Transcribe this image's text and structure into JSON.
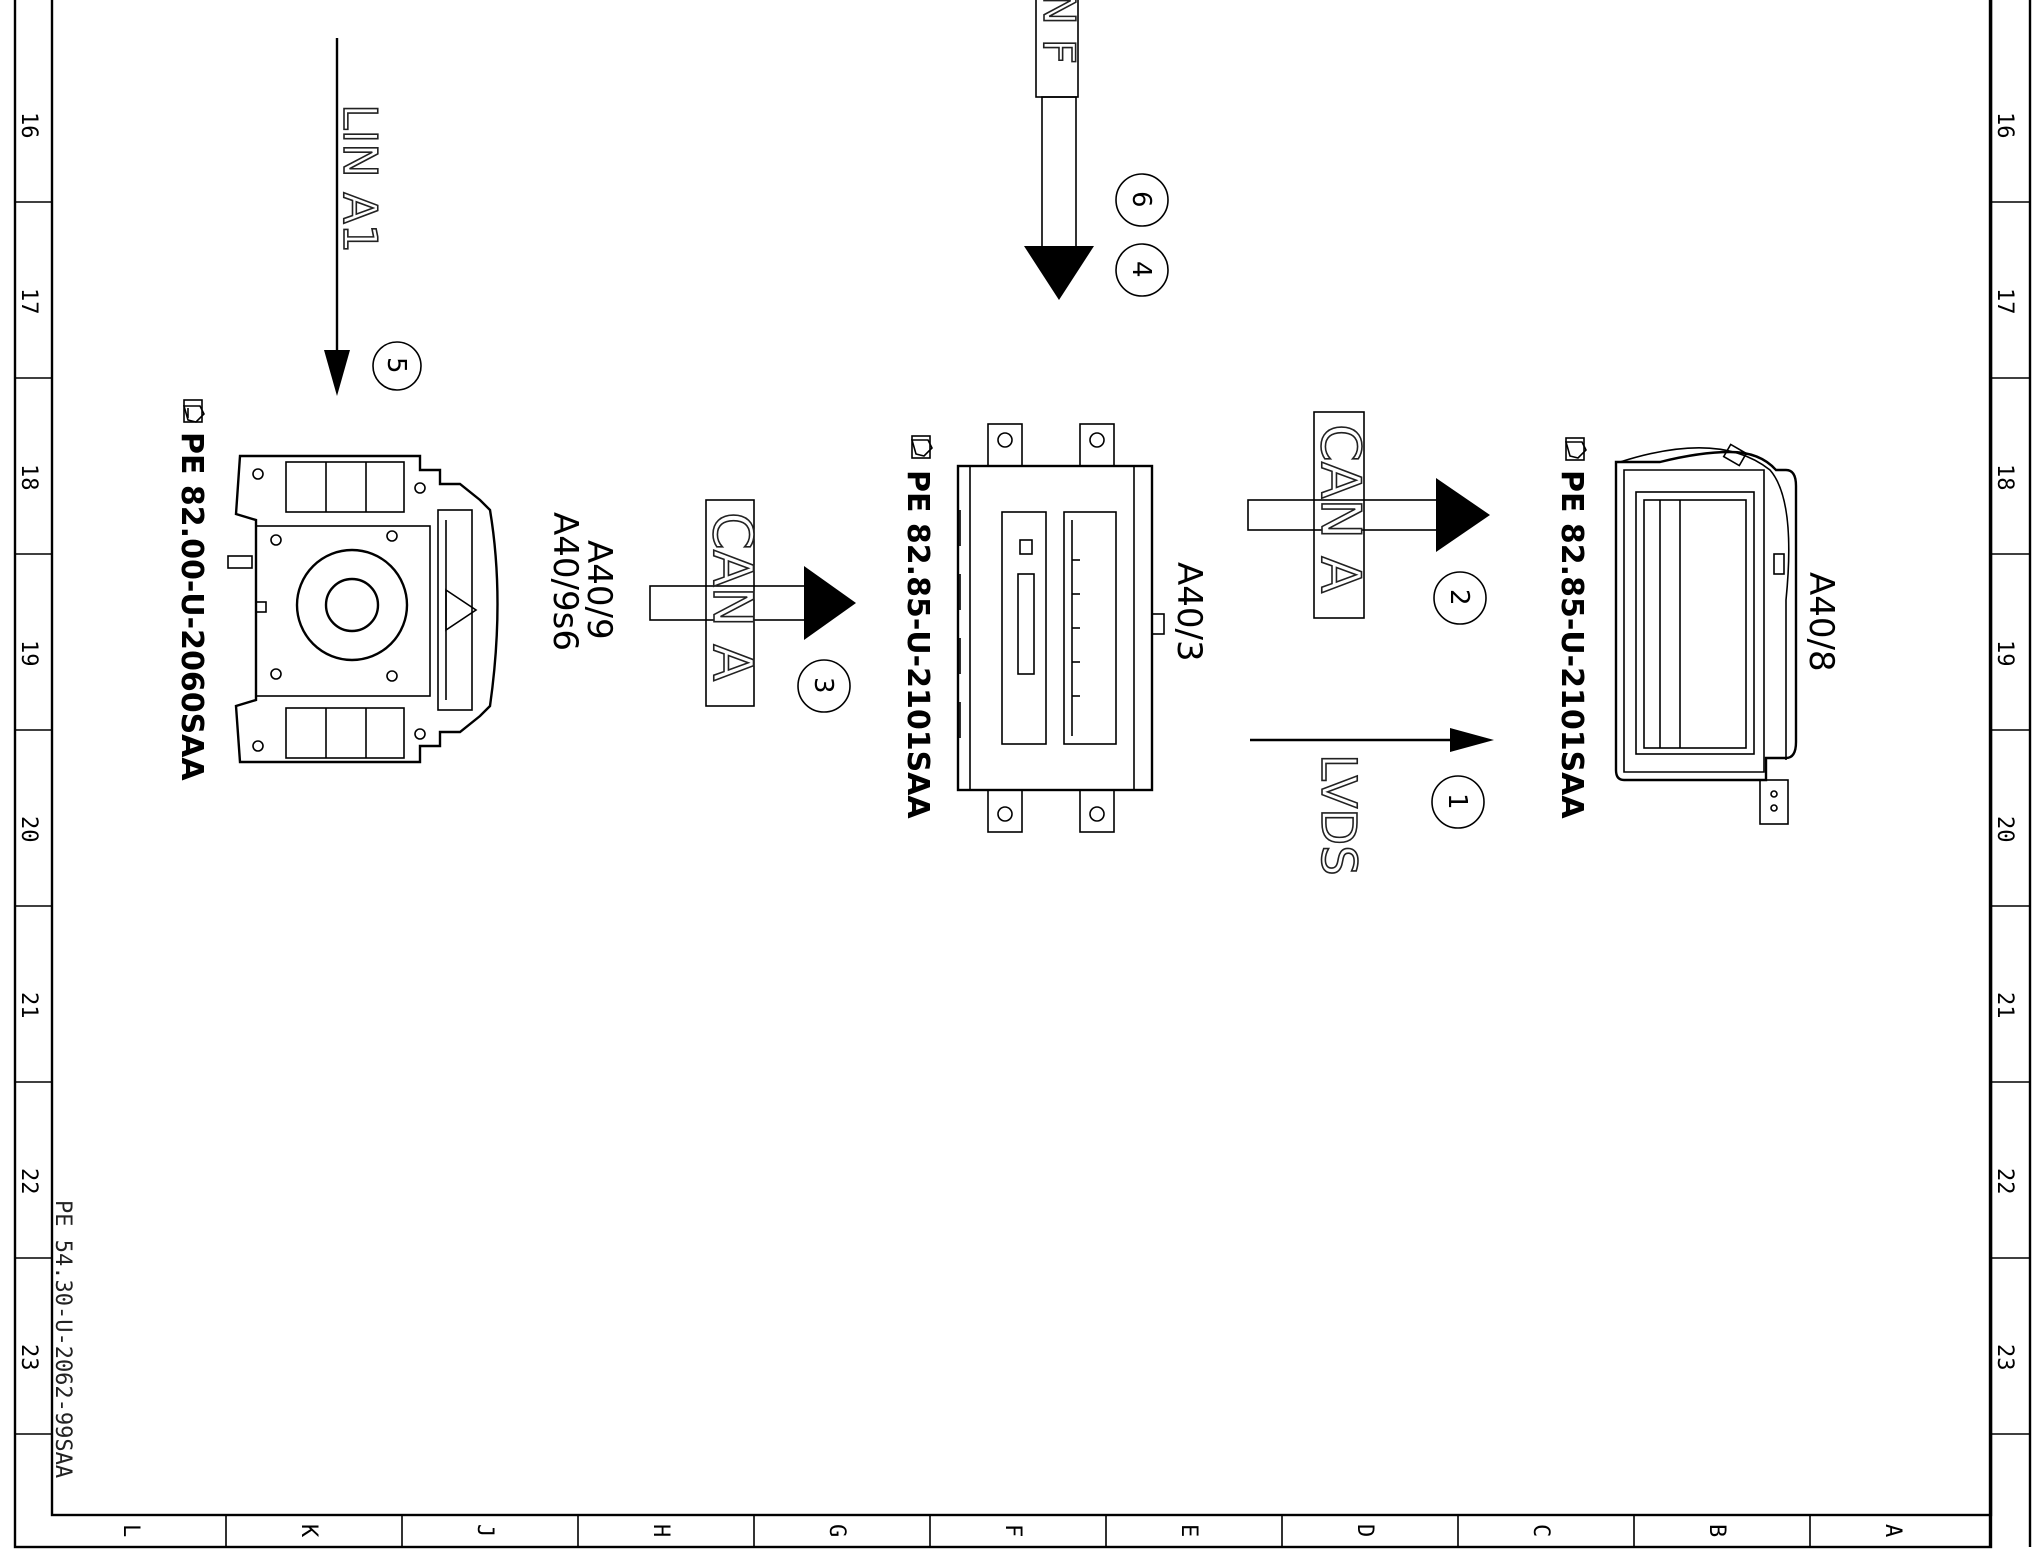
{
  "frame": {
    "row_labels": [
      "16",
      "17",
      "18",
      "19",
      "20",
      "21",
      "22",
      "23"
    ],
    "column_labels": [
      "L",
      "K",
      "J",
      "H",
      "G",
      "F",
      "E",
      "D",
      "C",
      "B",
      "A"
    ]
  },
  "document_number": "PE 54.30-U-2062-99SAA",
  "components": [
    {
      "id": "A40/9",
      "ids": [
        "A40/9",
        "A40/9s6"
      ],
      "reference": "PE 82.00-U-2060SAA",
      "icon": "hand-pointer-icon"
    },
    {
      "id": "A40/3",
      "ids": [
        "A40/3"
      ],
      "reference": "PE 82.85-U-2101SAA",
      "icon": "hand-pointer-icon"
    },
    {
      "id": "A40/8",
      "ids": [
        "A40/8"
      ],
      "reference": "PE 82.85-U-2101SAA",
      "icon": "hand-pointer-icon"
    }
  ],
  "buses": [
    {
      "label": "LIN A1",
      "marker": "5"
    },
    {
      "label": "CAN A",
      "marker": "3"
    },
    {
      "label": "CAN A",
      "marker": "2"
    },
    {
      "label": "LVDS",
      "marker": "1"
    },
    {
      "label": "N F",
      "markers": [
        "6",
        "4"
      ]
    }
  ]
}
